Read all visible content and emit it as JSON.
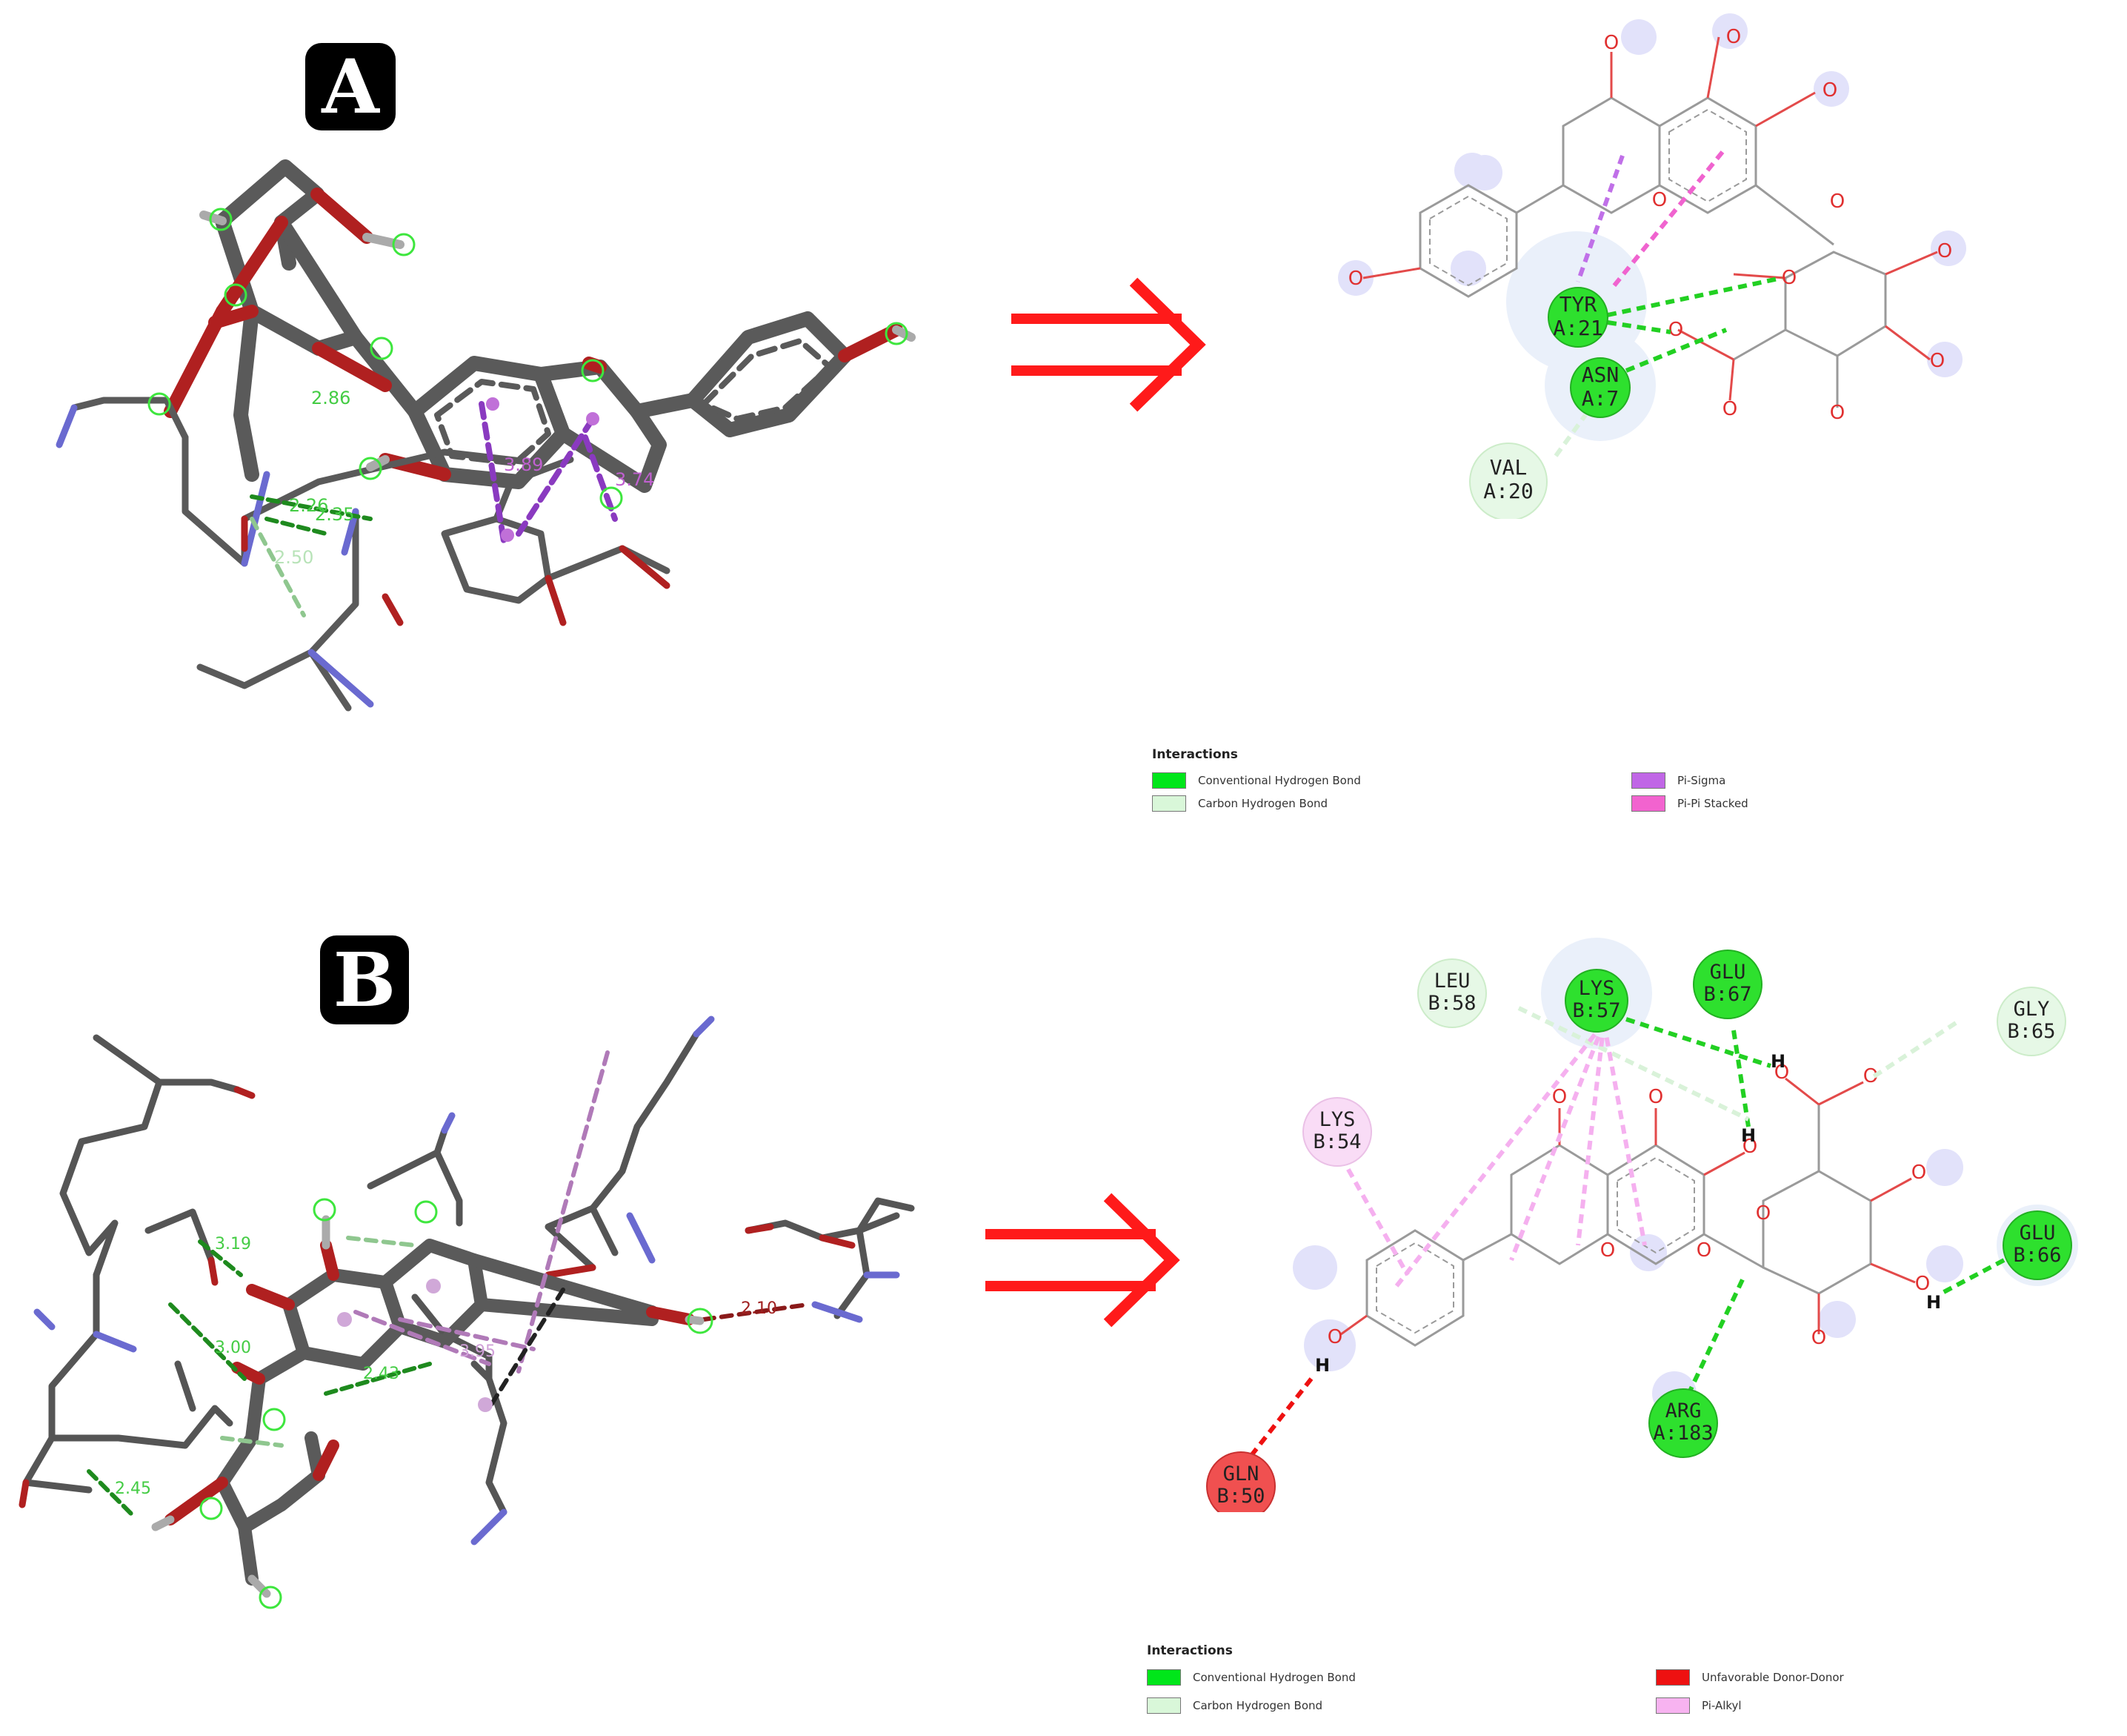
{
  "panels": [
    {
      "id": "A",
      "label": "A",
      "legend": {
        "title": "Interactions",
        "items": [
          {
            "label": "Conventional Hydrogen Bond",
            "color": "#00e61a"
          },
          {
            "label": "Carbon Hydrogen Bond",
            "color": "#d9f7d9"
          },
          {
            "label": "Pi-Sigma",
            "color": "#c066e6"
          },
          {
            "label": "Pi-Pi Stacked",
            "color": "#f263cf"
          }
        ]
      },
      "residues": [
        {
          "name": "TYR",
          "id": "A:21",
          "type": "conventional"
        },
        {
          "name": "ASN",
          "id": "A:7",
          "type": "conventional"
        },
        {
          "name": "VAL",
          "id": "A:20",
          "type": "carbon"
        }
      ],
      "distances_3d": [
        "2.26",
        "2.35",
        "2.86",
        "2.50",
        "3.89",
        "3.74"
      ]
    },
    {
      "id": "B",
      "label": "B",
      "legend": {
        "title": "Interactions",
        "items": [
          {
            "label": "Conventional Hydrogen Bond",
            "color": "#00e61a"
          },
          {
            "label": "Carbon Hydrogen Bond",
            "color": "#d9f7d9"
          },
          {
            "label": "Unfavorable Donor-Donor",
            "color": "#ee1111"
          },
          {
            "label": "Pi-Alkyl",
            "color": "#f7b3f0"
          }
        ]
      },
      "residues": [
        {
          "name": "LEU",
          "id": "B:58",
          "type": "carbon"
        },
        {
          "name": "LYS",
          "id": "B:57",
          "type": "conventional"
        },
        {
          "name": "GLU",
          "id": "B:67",
          "type": "conventional"
        },
        {
          "name": "GLY",
          "id": "B:65",
          "type": "carbon"
        },
        {
          "name": "LYS",
          "id": "B:54",
          "type": "pialkyl"
        },
        {
          "name": "GLU",
          "id": "B:66",
          "type": "conventional"
        },
        {
          "name": "ARG",
          "id": "A:183",
          "type": "conventional"
        },
        {
          "name": "GLN",
          "id": "B:50",
          "type": "unfavorable"
        }
      ],
      "distances_3d": [
        "3.19",
        "3.00",
        "2.45",
        "2.43",
        "2.10",
        "3.95"
      ]
    }
  ],
  "atoms": {
    "oxygen": "O",
    "hydrogen": "H"
  },
  "colors": {
    "arrow": "#ff1a1a",
    "carbon": "#555555",
    "oxygen": "#c01818",
    "nitrogen": "#6a6ad0",
    "hbond": "#22cc22"
  }
}
